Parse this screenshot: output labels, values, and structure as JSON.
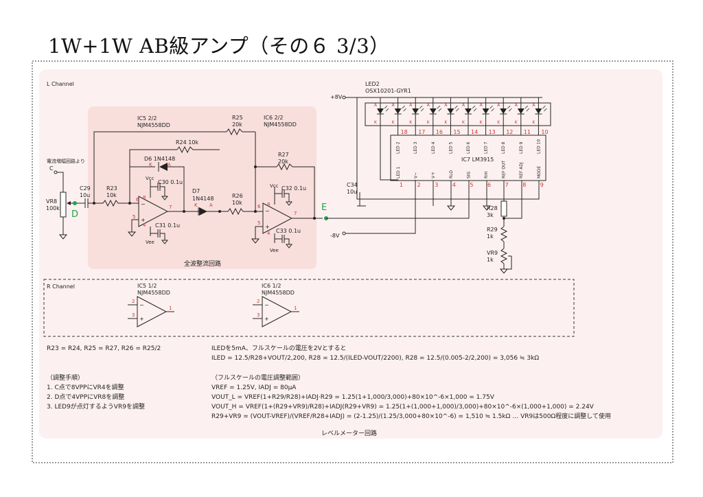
{
  "title": "1W+1W AB級アンプ（その６ 3/3）",
  "l_channel_label": "L Channel",
  "r_channel_label": "R Channel",
  "fwr_label": "全波整流回路",
  "level_meter_label": "レベルメーター回路",
  "input_label": "電流増幅回路より",
  "node_c": "C",
  "node_d": "D",
  "node_e": "E",
  "plus8v": "+8V",
  "minus8v": "-8V",
  "vcc": "Vcc",
  "vee": "Vee",
  "components": {
    "vr8": "VR8",
    "vr8_val": "100k",
    "c29": "C29",
    "c29_val": "10u",
    "r23": "R23",
    "r23_val": "10k",
    "ic5": "IC5 2/2",
    "ic5_part": "NJM4558DD",
    "r25": "R25",
    "r25_val": "20k",
    "ic6": "IC6 2/2",
    "ic6_part": "NJM4558DD",
    "r24": "R24 10k",
    "d6": "D6 1N4148",
    "d7": "D7",
    "d7_part": "1N4148",
    "r27": "R27",
    "r27_val": "20k",
    "r26": "R26",
    "r26_val": "10k",
    "c30": "C30 0.1u",
    "c31": "C31 0.1u",
    "c32": "C32 0.1u",
    "c33": "C33 0.1u",
    "c34": "C34",
    "c34_val": "10u",
    "led2": "LED2",
    "led2_part": "OSX10201-GYR1",
    "ic7": "IC7 LM3915",
    "r28": "R28",
    "r28_val": "3k",
    "r29": "R29",
    "r29_val": "1k",
    "vr9": "VR9",
    "vr9_val": "1k",
    "ic5r": "IC5 1/2",
    "ic5r_part": "NJM4558DD",
    "ic6r": "IC6 1/2",
    "ic6r_part": "NJM4558DD",
    "k": "K",
    "a": "A"
  },
  "ic7_top_pins": [
    "18",
    "17",
    "16",
    "15",
    "14",
    "13",
    "12",
    "11",
    "10"
  ],
  "ic7_top_names": [
    "LED 2",
    "LED 3",
    "LED 4",
    "LED 5",
    "LED 6",
    "LED 7",
    "LED 8",
    "LED 9",
    "LED 10"
  ],
  "ic7_bottom_pins": [
    "1",
    "2",
    "3",
    "4",
    "5",
    "6",
    "7",
    "8",
    "9"
  ],
  "ic7_bottom_names": [
    "LED 1",
    "V−",
    "V＋",
    "RLO",
    "SIG",
    "RHI",
    "REF OUT",
    "REF ADJ",
    "MODE"
  ],
  "notes": {
    "resistor_relation": "R23 = R24, R25 = R27, R26 = R25/2",
    "adj_title": "（調整手順）",
    "adj1": "1. C点で8VPPにVR4を調整",
    "adj2": "2. D点で4VPPにVR8を調整",
    "adj3": "3. LED9が点灯するようVR9を調整",
    "calc1": "ILEDを5mA、フルスケールの電圧を2Vとすると",
    "calc2": "ILED = 12.5/R28+VOUT/2,200, R28 = 12.5/(ILED-VOUT/2200), R28 = 12.5/(0.005-2/2,200) = 3,056 ≒ 3kΩ",
    "range_title": "（フルスケールの電圧調整範囲）",
    "range1": "VREF = 1.25V, IADJ = 80μA",
    "range2": "VOUT_L = VREF(1+R29/R28)+IADJ·R29 = 1.25(1+1,000/3,000)+80×10^-6×1,000 = 1.75V",
    "range3": "VOUT_H = VREF(1+(R29+VR9)/R28)+IADJ(R29+VR9) = 1.25(1+(1,000+1,000)/3,000)+80×10^-6×(1,000+1,000) = 2.24V",
    "range4": "R29+VR9 = (VOUT-VREF)/(VREF/R28+IADJ) = (2-1.25)/(1.25/3,000+80×10^-6) = 1,510 ≒ 1.5kΩ … VR9は500Ω程度に調整して使用"
  },
  "colors": {
    "panel_bg": "#fcf1f0",
    "fwr_bg": "#f8dfdc",
    "pin_red": "#d0342c",
    "node_green": "#22a24a"
  }
}
